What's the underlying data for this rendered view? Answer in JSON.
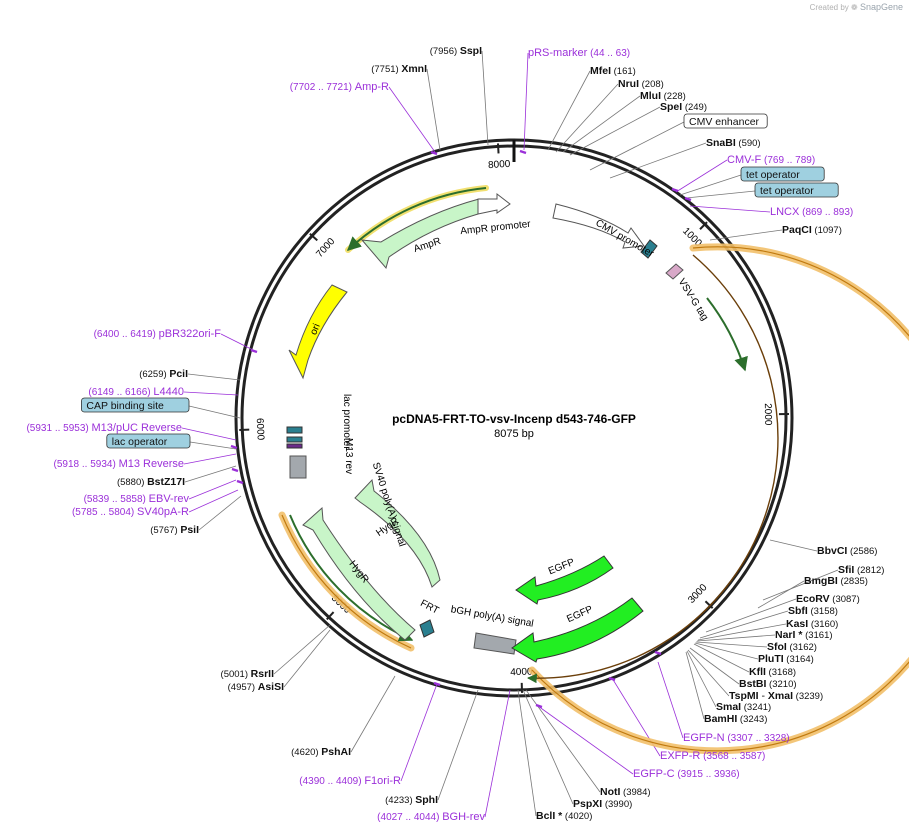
{
  "credit": {
    "prefix": "Created by",
    "brand": "SnapGene"
  },
  "title": "pcDNA5-FRT-TO-vsv-Incenp d543-746-GFP",
  "length": "8075 bp",
  "ticks": [
    "1000",
    "2000",
    "3000",
    "4000",
    "5000",
    "6000",
    "7000",
    "8000"
  ],
  "colors": {
    "primer": "#9b30d9",
    "orf_light": "#c8f5c8",
    "orf_bright": "#22ee22",
    "ori": "#ffff00",
    "promoter": "#ffffff",
    "highlight": "#f2c06a",
    "frame": "#4ba84b"
  },
  "features": {
    "ampr": "AmpR",
    "ampr_promoter": "AmpR promoter",
    "cmv_promoter": "CMV promoter",
    "vsvg": "VSV-G tag",
    "ori": "ori",
    "lac_promoter": "lac promoter",
    "m13rev": "M13 rev",
    "sv40": "SV40 poly(A) signal",
    "hygr1": "HygR",
    "hygr2": "HygR",
    "frt": "FRT",
    "bgh": "bGH poly(A) signal",
    "egfp1": "EGFP",
    "egfp2": "EGFP"
  },
  "left_labels": [
    {
      "num": "(7956)",
      "name": "SspI"
    },
    {
      "num": "(7751)",
      "name": "XmnI"
    },
    {
      "num": "(7702 .. 7721)",
      "name": "Amp-R",
      "primer": true
    },
    {
      "num": "(6400 .. 6419)",
      "name": "pBR322ori-F",
      "primer": true
    },
    {
      "num": "(6259)",
      "name": "PciI"
    },
    {
      "num": "(6149 .. 6166)",
      "name": "L4440",
      "primer": true
    },
    {
      "name": "CAP binding site",
      "box": true
    },
    {
      "num": "(5931 .. 5953)",
      "name": "M13/pUC Reverse",
      "primer": true
    },
    {
      "name": "lac operator",
      "box": true
    },
    {
      "num": "(5918 .. 5934)",
      "name": "M13 Reverse",
      "primer": true
    },
    {
      "num": "(5880)",
      "name": "BstZ17I"
    },
    {
      "num": "(5839 .. 5858)",
      "name": "EBV-rev",
      "primer": true
    },
    {
      "num": "(5785 .. 5804)",
      "name": "SV40pA-R",
      "primer": true
    },
    {
      "num": "(5767)",
      "name": "PsiI"
    },
    {
      "num": "(5001)",
      "name": "RsrII"
    },
    {
      "num": "(4957)",
      "name": "AsiSI"
    },
    {
      "num": "(4620)",
      "name": "PshAI"
    },
    {
      "num": "(4390 .. 4409)",
      "name": "F1ori-R",
      "primer": true
    },
    {
      "num": "(4233)",
      "name": "SphI"
    },
    {
      "num": "(4027 .. 4044)",
      "name": "BGH-rev",
      "primer": true
    }
  ],
  "right_labels": [
    {
      "name": "pRS-marker",
      "num": "(44 .. 63)",
      "primer": true
    },
    {
      "name": "MfeI",
      "num": "(161)"
    },
    {
      "name": "NruI",
      "num": "(208)"
    },
    {
      "name": "MluI",
      "num": "(228)"
    },
    {
      "name": "SpeI",
      "num": "(249)"
    },
    {
      "name": "CMV enhancer",
      "box": true,
      "white": true
    },
    {
      "name": "SnaBI",
      "num": "(590)"
    },
    {
      "name": "CMV-F",
      "num": "(769 .. 789)",
      "primer": true
    },
    {
      "name": "tet operator",
      "box": true
    },
    {
      "name": "tet operator",
      "box": true
    },
    {
      "name": "LNCX",
      "num": "(869 .. 893)",
      "primer": true
    },
    {
      "name": "PaqCI",
      "num": "(1097)"
    },
    {
      "name": "BbvCI",
      "num": "(2586)"
    },
    {
      "name": "SfiI",
      "num": "(2812)"
    },
    {
      "name": "BmgBI",
      "num": "(2835)"
    },
    {
      "name": "EcoRV",
      "num": "(3087)"
    },
    {
      "name": "SbfI",
      "num": "(3158)"
    },
    {
      "name": "KasI",
      "num": "(3160)"
    },
    {
      "name": "NarI *",
      "num": "(3161)"
    },
    {
      "name": "SfoI",
      "num": "(3162)"
    },
    {
      "name": "PluTI",
      "num": "(3164)"
    },
    {
      "name": "KflI",
      "num": "(3168)"
    },
    {
      "name": "BstBI",
      "num": "(3210)"
    },
    {
      "name": "TspMI",
      "num": "(3239)",
      "extra": "XmaI"
    },
    {
      "name": "SmaI",
      "num": "(3241)"
    },
    {
      "name": "BamHI",
      "num": "(3243)"
    },
    {
      "name": "EGFP-N",
      "num": "(3307 .. 3328)",
      "primer": true
    },
    {
      "name": "EXFP-R",
      "num": "(3568 .. 3587)",
      "primer": true
    },
    {
      "name": "EGFP-C",
      "num": "(3915 .. 3936)",
      "primer": true
    },
    {
      "name": "NotI",
      "num": "(3984)"
    },
    {
      "name": "PspXI",
      "num": "(3990)"
    },
    {
      "name": "BclI *",
      "num": "(4020)"
    }
  ]
}
